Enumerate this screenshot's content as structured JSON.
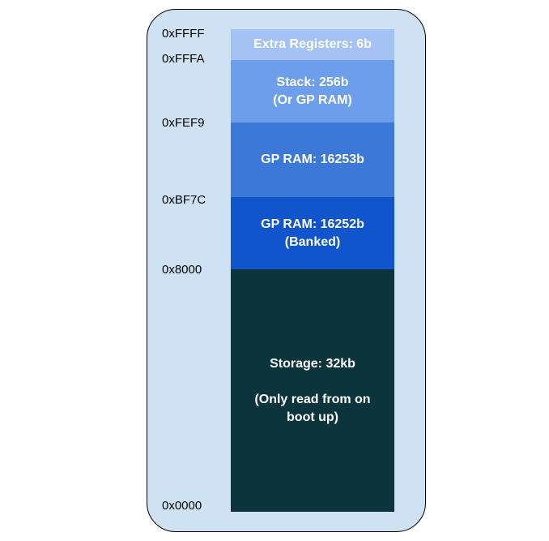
{
  "addresses": {
    "a_ffff": "0xFFFF",
    "a_fffa": "0xFFFA",
    "a_fef9": "0xFEF9",
    "a_bf7c": "0xBF7C",
    "a_8000": "0x8000",
    "a_0000": "0x0000"
  },
  "regions": {
    "extra": {
      "line1": "Extra Registers: 6b",
      "color": "#a4c2f4"
    },
    "stack": {
      "line1": "Stack: 256b",
      "line2": "(Or GP RAM)",
      "color": "#6d9eeb"
    },
    "gpram": {
      "line1": "GP RAM: 16253b",
      "color": "#3c78d8"
    },
    "banked": {
      "line1": "GP RAM: 16252b",
      "line2": "(Banked)",
      "color": "#1155cc"
    },
    "storage": {
      "line1": "Storage: 32kb",
      "line2": "(Only read from on boot up)",
      "color": "#0c343d"
    }
  },
  "colors": {
    "panel_background": "#cfe2f3",
    "text_on_blocks": "#ffffff"
  }
}
